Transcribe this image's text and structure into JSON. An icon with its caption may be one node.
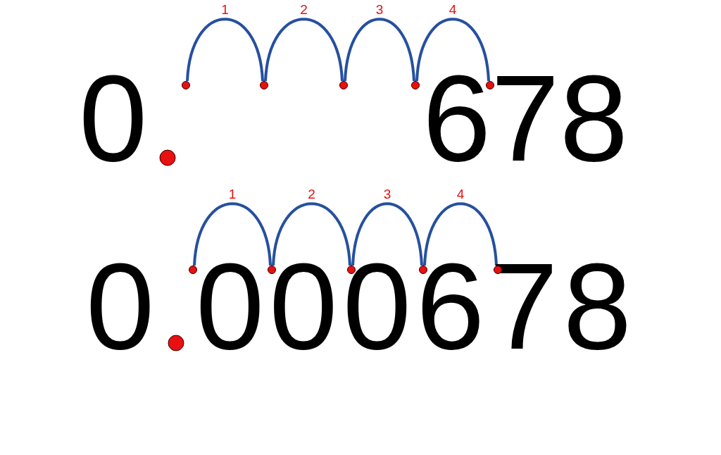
{
  "diagram": {
    "nodes": [
      {
        "text": [],
        "shape": "circle"
      },
      {
        "text": [],
        "shape": "circle"
      },
      {
        "text": [],
        "shape": "circle"
      },
      {
        "text": [],
        "shape": "circle"
      },
      {
        "text": [],
        "shape": "circle"
      },
      {
        "text": [],
        "shape": "circle"
      },
      {
        "text": [],
        "shape": "circle"
      },
      {
        "text": [],
        "shape": "circle"
      },
      {
        "text": [],
        "shape": "circle"
      },
      {
        "text": [],
        "shape": "circle"
      }
    ],
    "edges": [
      {
        "from": 0,
        "to": 1,
        "arrow": "none",
        "label": "1"
      },
      {
        "from": 1,
        "to": 2,
        "arrow": "none",
        "label": "2"
      },
      {
        "from": 2,
        "to": 3,
        "arrow": "none",
        "label": "3"
      },
      {
        "from": 3,
        "to": 4,
        "arrow": "none",
        "label": "4"
      },
      {
        "from": 5,
        "to": 6,
        "arrow": "none",
        "label": "1"
      },
      {
        "from": 6,
        "to": 7,
        "arrow": "none",
        "label": "2"
      },
      {
        "from": 7,
        "to": 8,
        "arrow": "none",
        "label": "3"
      },
      {
        "from": 8,
        "to": 9,
        "arrow": "none",
        "label": "4"
      }
    ],
    "labels": [
      "0",
      "678",
      "0",
      "000678"
    ]
  }
}
